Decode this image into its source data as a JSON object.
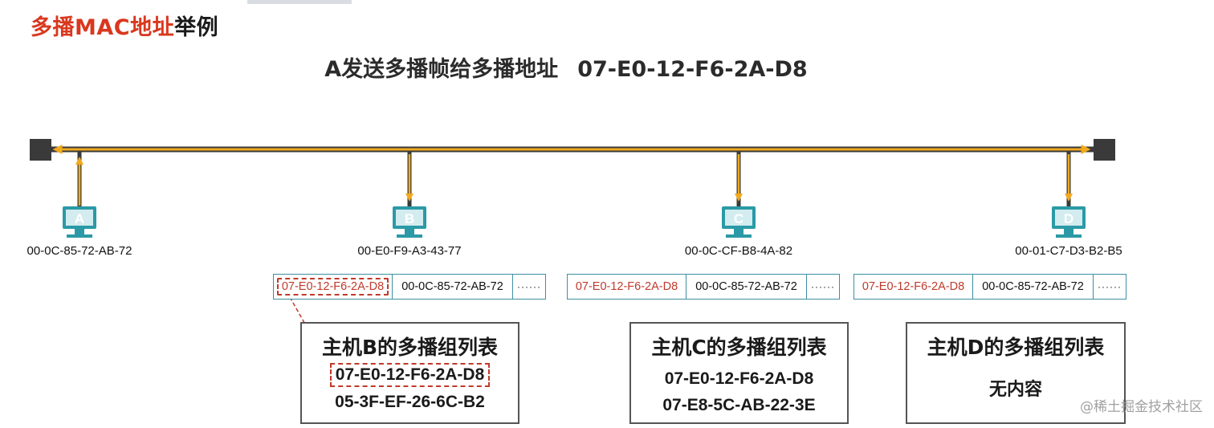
{
  "slide_title": {
    "accent": "多播MAC地址",
    "rest": "举例"
  },
  "subtitle": {
    "text": "A发送多播帧给多播地址",
    "address": "07-E0-12-F6-2A-D8"
  },
  "hosts": [
    {
      "label": "A",
      "mac": "00-0C-85-72-AB-72"
    },
    {
      "label": "B",
      "mac": "00-E0-F9-A3-43-77"
    },
    {
      "label": "C",
      "mac": "00-0C-CF-B8-4A-82"
    },
    {
      "label": "D",
      "mac": "00-01-C7-D3-B2-B5"
    }
  ],
  "frames": [
    {
      "dst": "07-E0-12-F6-2A-D8",
      "src": "00-0C-85-72-AB-72",
      "more": "······"
    },
    {
      "dst": "07-E0-12-F6-2A-D8",
      "src": "00-0C-85-72-AB-72",
      "more": "······"
    },
    {
      "dst": "07-E0-12-F6-2A-D8",
      "src": "00-0C-85-72-AB-72",
      "more": "······"
    }
  ],
  "groups": [
    {
      "title": "主机B的多播组列表",
      "entries": [
        "07-E0-12-F6-2A-D8",
        "05-3F-EF-26-6C-B2"
      ]
    },
    {
      "title": "主机C的多播组列表",
      "entries": [
        "07-E0-12-F6-2A-D8",
        "07-E8-5C-AB-22-3E"
      ]
    },
    {
      "title": "主机D的多播组列表",
      "empty": "无内容"
    }
  ],
  "watermark": "@稀土掘金技术社区",
  "colors": {
    "accent": "#d9381e",
    "bus": "#3a3a3a",
    "signal": "#f2a91c",
    "host": "#2b9aa6",
    "frame_border": "#3e8fa3",
    "highlight": "#c0392b"
  }
}
